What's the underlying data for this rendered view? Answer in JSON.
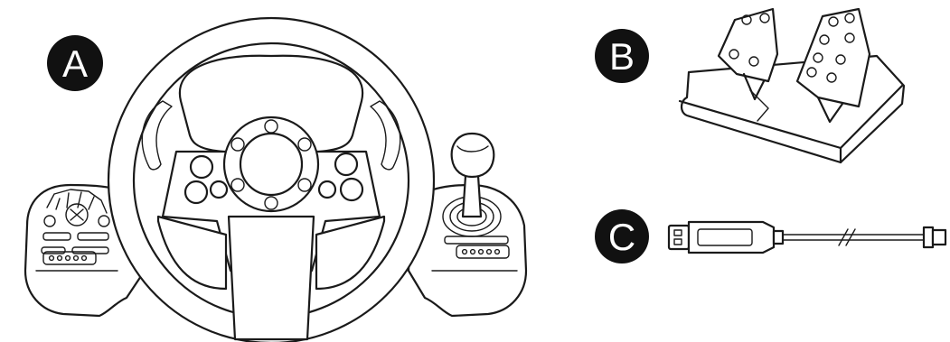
{
  "labels": {
    "a": "A",
    "b": "B",
    "c": "C"
  },
  "items": [
    {
      "key": "a",
      "icon": "steering-wheel-icon"
    },
    {
      "key": "b",
      "icon": "pedals-icon"
    },
    {
      "key": "c",
      "icon": "usb-cable-icon"
    }
  ]
}
